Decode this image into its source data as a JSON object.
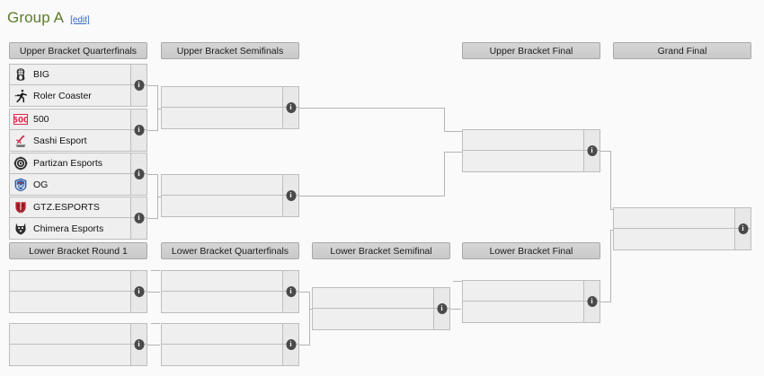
{
  "page": {
    "group_title": "Group A",
    "edit_label": "[edit]",
    "bg_color": "#fafafa",
    "title_color": "#5b7c2a",
    "link_color": "#3366cc"
  },
  "rounds": {
    "upper": [
      {
        "label": "Upper Bracket Quarterfinals"
      },
      {
        "label": "Upper Bracket Semifinals"
      },
      {
        "label": "Upper Bracket Final"
      },
      {
        "label": "Grand Final"
      }
    ],
    "lower": [
      {
        "label": "Lower Bracket Round 1"
      },
      {
        "label": "Lower Bracket Quarterfinals"
      },
      {
        "label": "Lower Bracket Semifinal"
      },
      {
        "label": "Lower Bracket Final"
      }
    ]
  },
  "matches": {
    "ubqf": [
      {
        "top": {
          "name": "BIG",
          "logo": "big-logo",
          "score": ""
        },
        "bottom": {
          "name": "Roler Coaster",
          "logo": "roler-coaster-logo",
          "score": ""
        },
        "info": "i"
      },
      {
        "top": {
          "name": "500",
          "logo": "five-hundred-logo",
          "score": ""
        },
        "bottom": {
          "name": "Sashi Esport",
          "logo": "sashi-logo",
          "score": ""
        },
        "info": "i"
      },
      {
        "top": {
          "name": "Partizan Esports",
          "logo": "partizan-logo",
          "score": ""
        },
        "bottom": {
          "name": "OG",
          "logo": "og-logo",
          "score": ""
        },
        "info": "i"
      },
      {
        "top": {
          "name": "GTZ.ESPORTS",
          "logo": "gtz-logo",
          "score": ""
        },
        "bottom": {
          "name": "Chimera Esports",
          "logo": "chimera-logo",
          "score": ""
        },
        "info": "i"
      }
    ],
    "ubsf": [
      {
        "top": {
          "name": "",
          "score": ""
        },
        "bottom": {
          "name": "",
          "score": ""
        },
        "info": "i"
      },
      {
        "top": {
          "name": "",
          "score": ""
        },
        "bottom": {
          "name": "",
          "score": ""
        },
        "info": "i"
      }
    ],
    "ubf": [
      {
        "top": {
          "name": "",
          "score": ""
        },
        "bottom": {
          "name": "",
          "score": ""
        },
        "info": "i"
      }
    ],
    "gf": [
      {
        "top": {
          "name": "",
          "score": ""
        },
        "bottom": {
          "name": "",
          "score": ""
        },
        "info": "i"
      }
    ],
    "lbr1": [
      {
        "top": {
          "name": "",
          "score": ""
        },
        "bottom": {
          "name": "",
          "score": ""
        },
        "info": "i"
      },
      {
        "top": {
          "name": "",
          "score": ""
        },
        "bottom": {
          "name": "",
          "score": ""
        },
        "info": "i"
      }
    ],
    "lbqf": [
      {
        "top": {
          "name": "",
          "score": ""
        },
        "bottom": {
          "name": "",
          "score": ""
        },
        "info": "i"
      },
      {
        "top": {
          "name": "",
          "score": ""
        },
        "bottom": {
          "name": "",
          "score": ""
        },
        "info": "i"
      }
    ],
    "lbsf": [
      {
        "top": {
          "name": "",
          "score": ""
        },
        "bottom": {
          "name": "",
          "score": ""
        },
        "info": "i"
      }
    ],
    "lbf": [
      {
        "top": {
          "name": "",
          "score": ""
        },
        "bottom": {
          "name": "",
          "score": ""
        },
        "info": "i"
      }
    ]
  }
}
